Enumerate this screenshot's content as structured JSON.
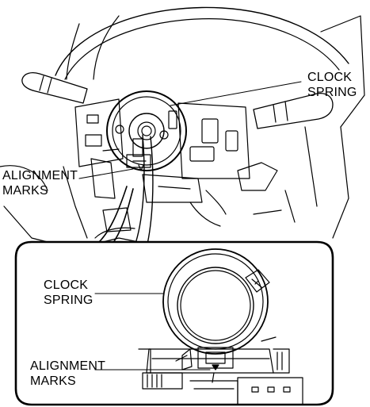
{
  "labels": {
    "top_clock_spring_line1": "CLOCK",
    "top_clock_spring_line2": "SPRING",
    "top_alignment_marks_line1": "ALIGNMENT",
    "top_alignment_marks_line2": "MARKS",
    "inset_clock_spring_line1": "CLOCK",
    "inset_clock_spring_line2": "SPRING",
    "inset_alignment_marks_line1": "ALIGNMENT",
    "inset_alignment_marks_line2": "MARKS"
  },
  "colors": {
    "line": "#000000",
    "background": "#ffffff",
    "shade": "#e6e6e6"
  }
}
